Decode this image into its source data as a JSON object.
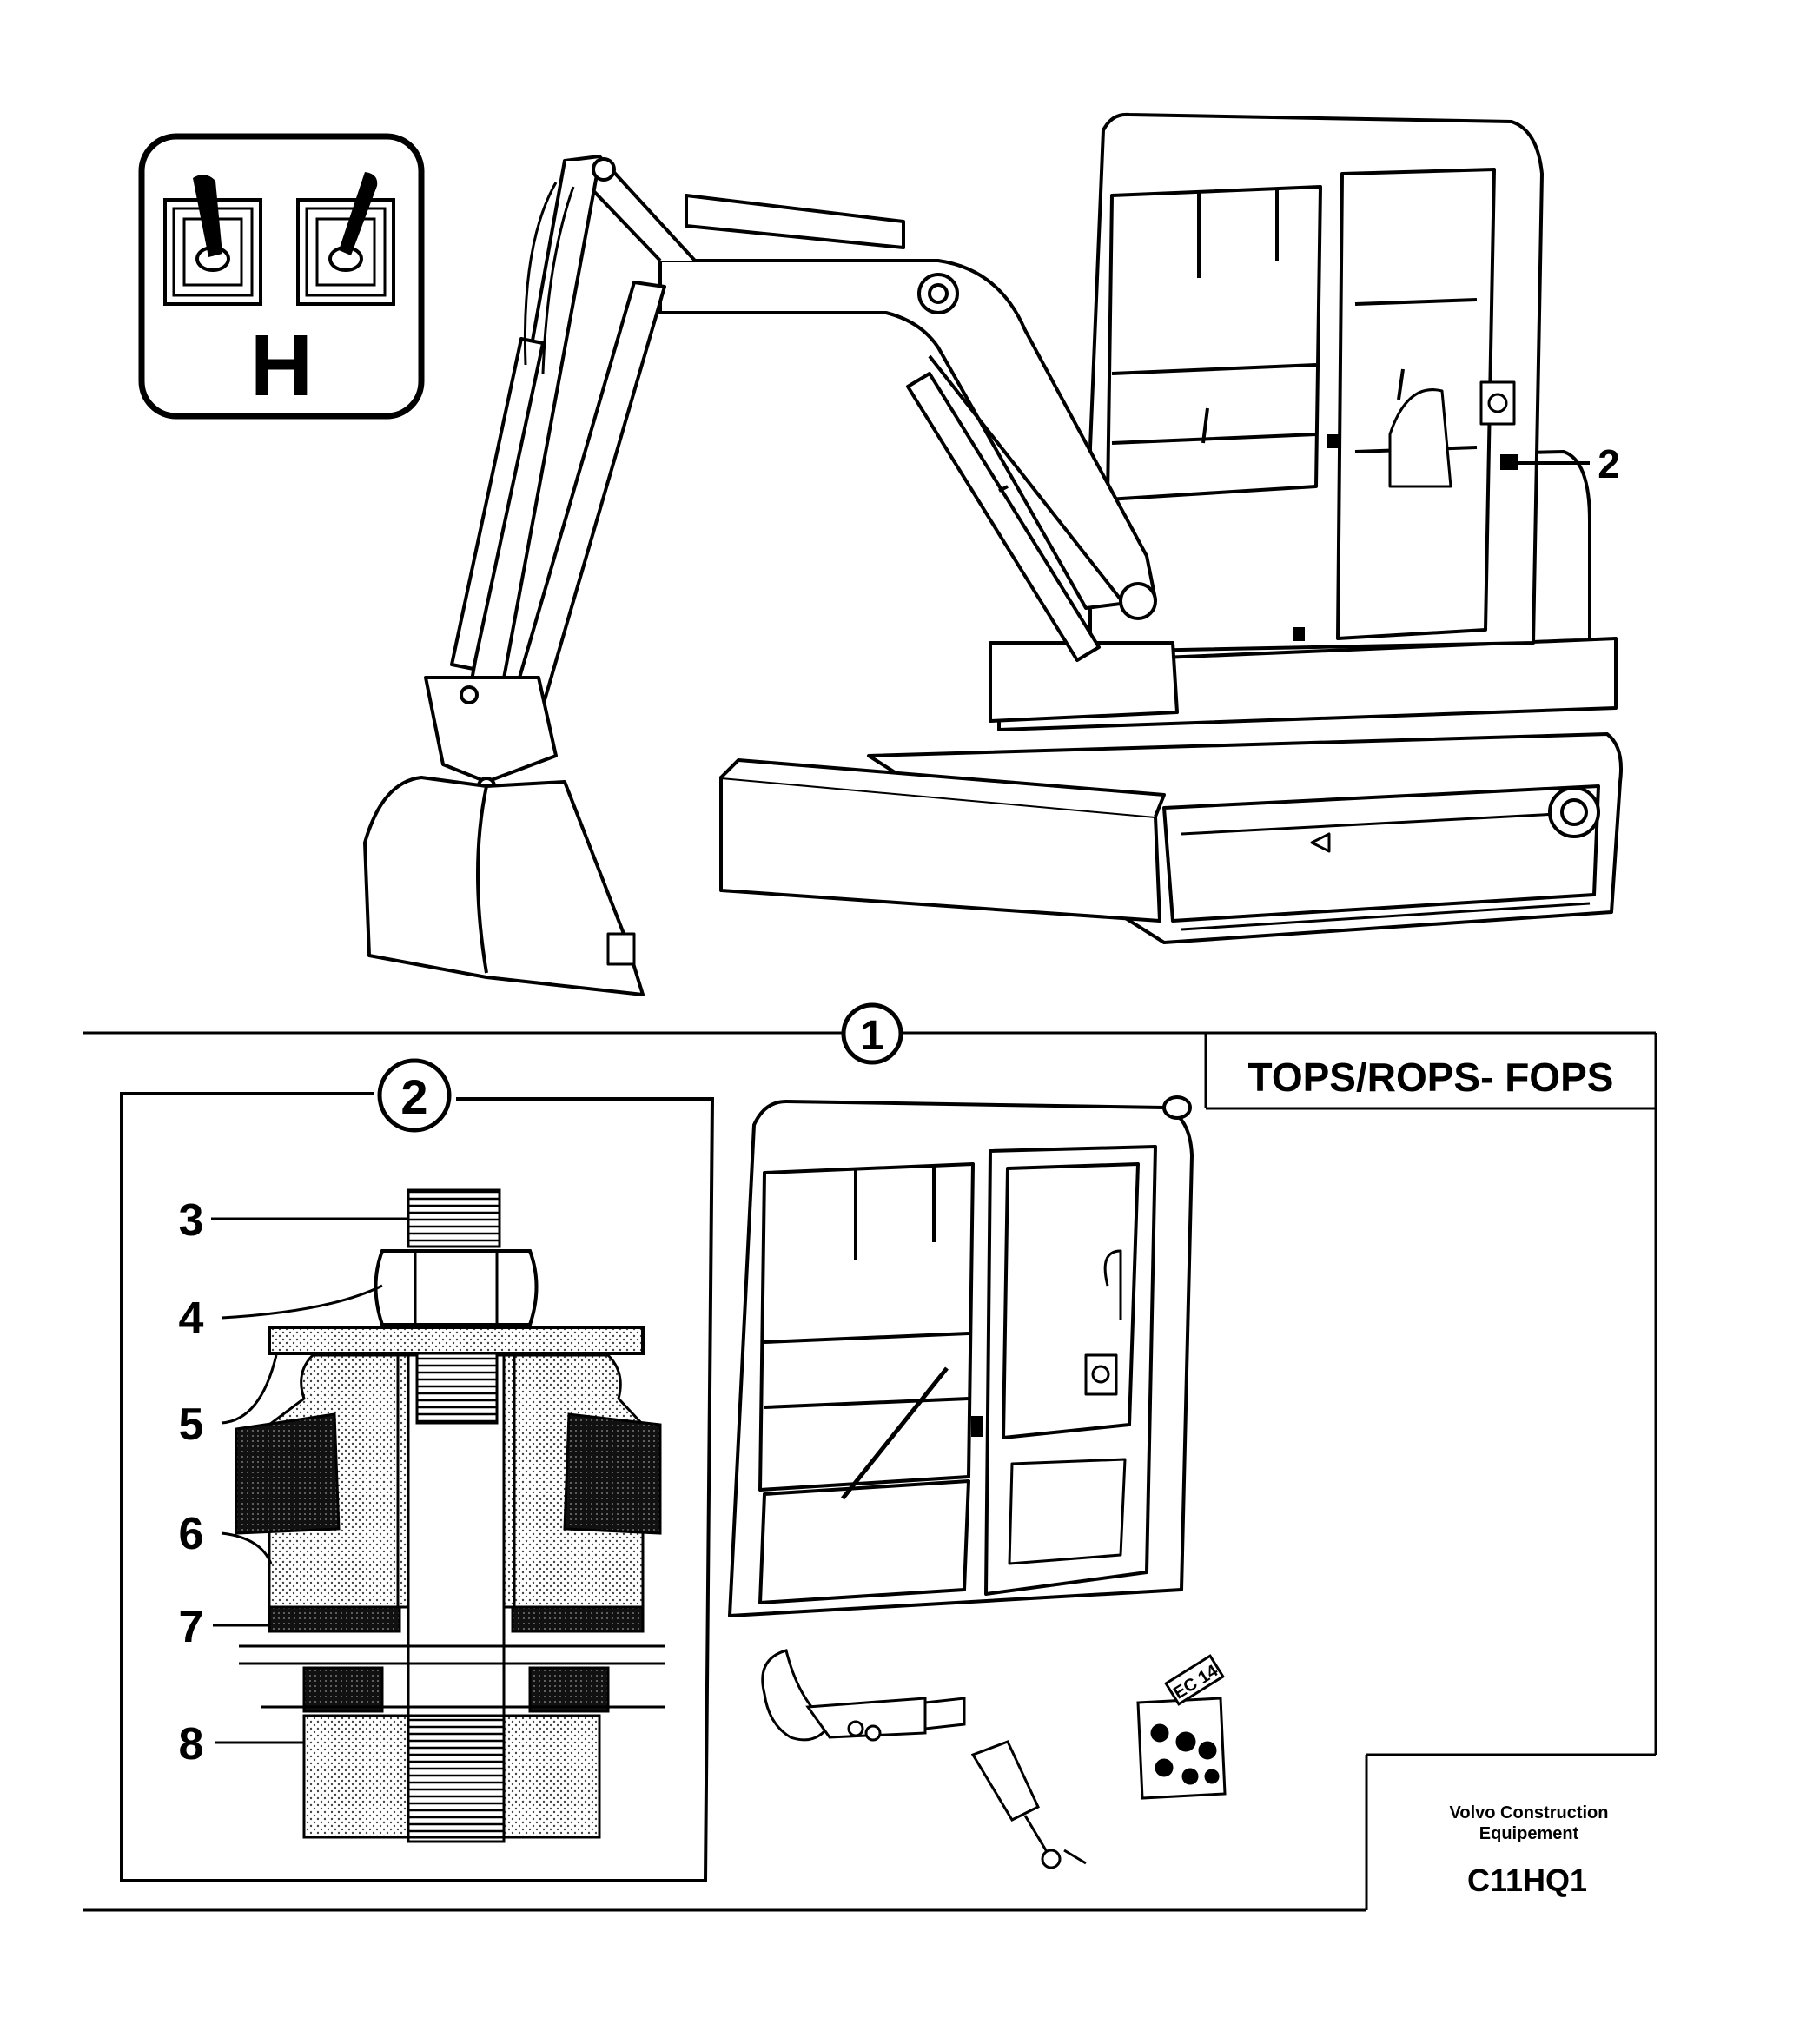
{
  "icon_badge": {
    "letter": "H",
    "icon": "joystick-pattern-h-icon"
  },
  "callouts": {
    "machine_2": "2",
    "circle_1": "1",
    "circle_2": "2",
    "item_3": "3",
    "item_4": "4",
    "item_5": "5",
    "item_6": "6",
    "item_7": "7",
    "item_8": "8"
  },
  "section_title": "TOPS/ROPS- FOPS",
  "kit_tag": "EC 14",
  "footer": {
    "company_line1": "Volvo Construction",
    "company_line2": "Equipement",
    "code": "C11HQ1"
  }
}
